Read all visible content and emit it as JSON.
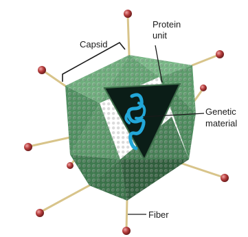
{
  "labels": {
    "capsid": "Capsid",
    "protein_unit_line1": "Protein",
    "protein_unit_line2": "unit",
    "genetic_material_line1": "Genetic",
    "genetic_material_line2": "material",
    "fiber": "Fiber"
  },
  "colors": {
    "capsid_light": "#6fae7d",
    "capsid_mid": "#4f8f60",
    "capsid_dark": "#2f5e3c",
    "interior": "#0b1d17",
    "genetic_material": "#22a7d8",
    "fiber_stalk": "#d8c48a",
    "fiber_knob": "#b33a3a"
  },
  "icons": {
    "capsid": "icosahedron-shape",
    "fiber": "spike-with-knob"
  }
}
